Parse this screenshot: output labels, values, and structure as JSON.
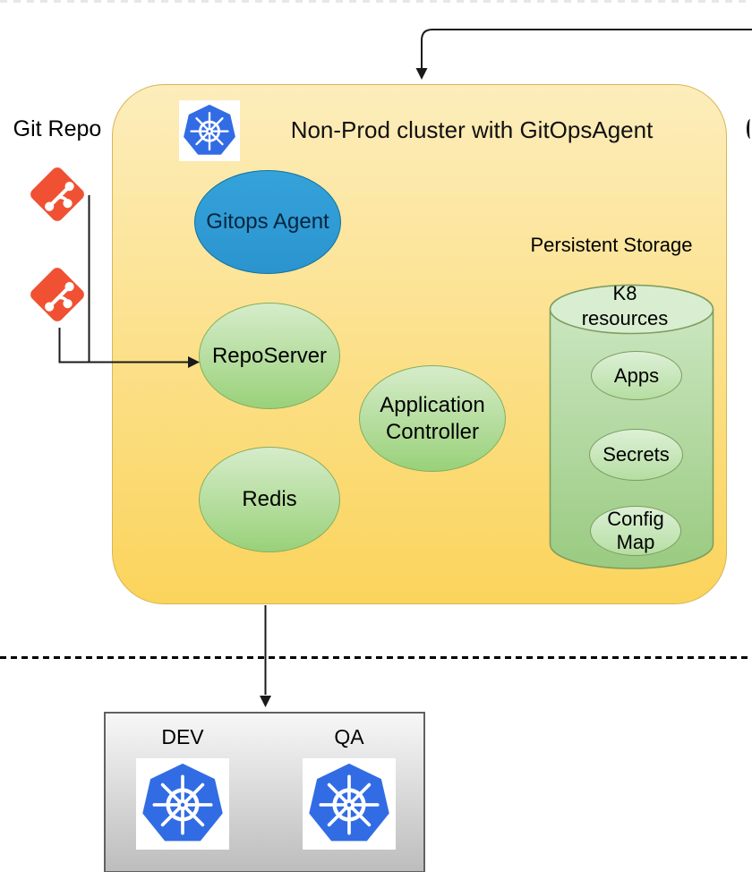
{
  "git_repo": {
    "label": "Git Repo",
    "icon": "git-icon",
    "repo_count": 2
  },
  "cluster": {
    "title": "Non-Prod cluster with GitOpsAgent",
    "icon": "kubernetes-icon",
    "nodes": {
      "gitops_agent": {
        "label": "Gitops Agent"
      },
      "repo_server": {
        "label": "RepoServer"
      },
      "application_controller": {
        "label": "Application Controller"
      },
      "redis": {
        "label": "Redis"
      }
    },
    "storage": {
      "title": "Persistent Storage",
      "cylinder_label": "K8 resources",
      "items": [
        {
          "label": "Apps"
        },
        {
          "label": "Secrets"
        },
        {
          "label": "Config Map"
        }
      ]
    }
  },
  "environments": {
    "items": [
      {
        "label": "DEV",
        "icon": "kubernetes-icon"
      },
      {
        "label": "QA",
        "icon": "kubernetes-icon"
      }
    ]
  },
  "connectors": {
    "top_arrow": "from-right-edge-into-cluster-top",
    "git_to_repo_server": "git-icons-to-reposerver",
    "cluster_to_environments": "cluster-bottom-to-env-box"
  },
  "colors": {
    "cluster_fill_top": "#FCEDBB",
    "cluster_fill_bottom": "#FBD45C",
    "cluster_border": "#D6B656",
    "node_green_top": "#D6ECCA",
    "node_green_bottom": "#99D179",
    "node_green_border": "#85AE5E",
    "agent_blue": "#2E9AD5",
    "git_orange": "#F05133",
    "kubernetes_blue": "#326CE5",
    "env_box_top": "#F7F7F7",
    "env_box_bottom": "#BDBDBD",
    "env_box_border": "#616161",
    "connector": "#000000"
  }
}
